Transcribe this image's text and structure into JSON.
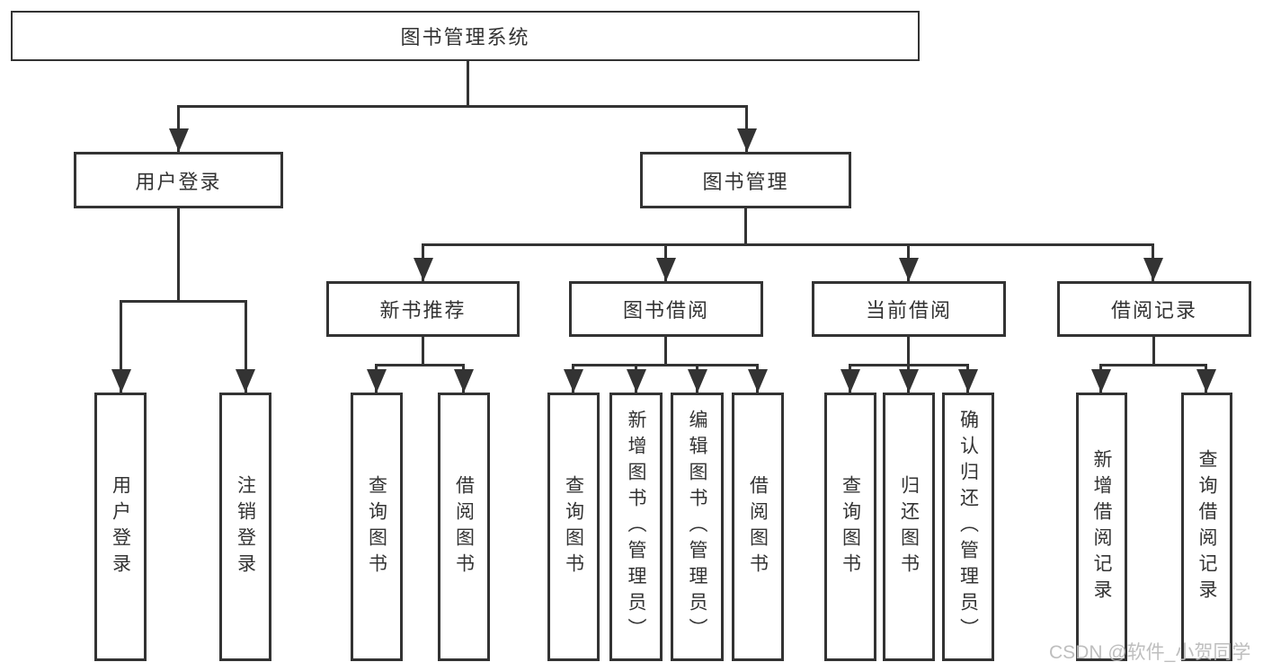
{
  "tree": {
    "root": {
      "label": "图书管理系统"
    },
    "children": [
      {
        "label": "用户登录",
        "children": [
          {
            "label": "用户登录"
          },
          {
            "label": "注销登录"
          }
        ]
      },
      {
        "label": "图书管理",
        "children": [
          {
            "label": "新书推荐",
            "children": [
              {
                "label": "查询图书"
              },
              {
                "label": "借阅图书"
              }
            ]
          },
          {
            "label": "图书借阅",
            "children": [
              {
                "label": "查询图书"
              },
              {
                "label": "新增图书（管理员）"
              },
              {
                "label": "编辑图书（管理员）"
              },
              {
                "label": "借阅图书"
              }
            ]
          },
          {
            "label": "当前借阅",
            "children": [
              {
                "label": "查询图书"
              },
              {
                "label": "归还图书"
              },
              {
                "label": "确认归还（管理员）"
              }
            ]
          },
          {
            "label": "借阅记录",
            "children": [
              {
                "label": "新增借阅记录"
              },
              {
                "label": "查询借阅记录"
              }
            ]
          }
        ]
      }
    ]
  },
  "watermark": {
    "text": "CSDN @软件_小贺同学"
  },
  "colors": {
    "line": "#333333",
    "text": "#333333",
    "watermark": "#b9b9b9",
    "background": "#ffffff"
  }
}
